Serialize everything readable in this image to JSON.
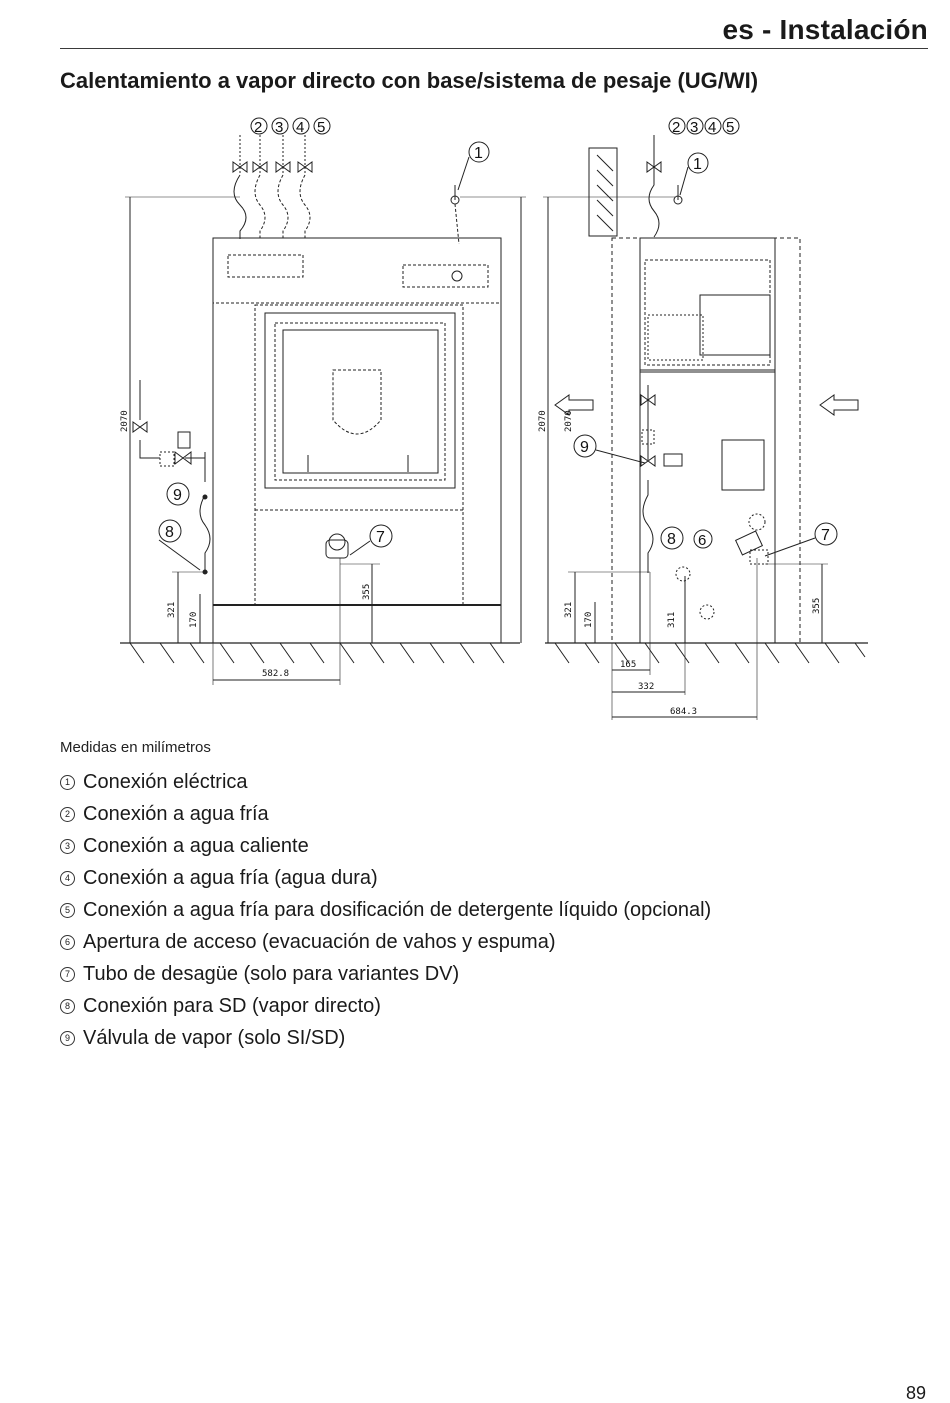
{
  "header": {
    "title": "es - Instalación"
  },
  "section": {
    "title": "Calentamiento a vapor directo con base/sistema de pesaje (UG/WI)"
  },
  "figure": {
    "front_view": {
      "callouts": [
        "2",
        "3",
        "4",
        "5",
        "1",
        "9",
        "8",
        "7"
      ],
      "dimensions": {
        "height_left": "2070",
        "height_right": "2070",
        "d321": "321",
        "d170": "170",
        "d355": "355",
        "d582": "582.8"
      }
    },
    "side_view": {
      "callouts": [
        "2",
        "3",
        "4",
        "5",
        "1",
        "9",
        "8",
        "6",
        "7"
      ],
      "dimensions": {
        "height": "2070",
        "d321": "321",
        "d170": "170",
        "d311": "311",
        "d355": "355",
        "d165": "165",
        "d332": "332",
        "d684": "684.3"
      }
    }
  },
  "caption": "Medidas en milímetros",
  "legend": [
    {
      "num": "1",
      "text": "Conexión eléctrica"
    },
    {
      "num": "2",
      "text": "Conexión a agua fría"
    },
    {
      "num": "3",
      "text": "Conexión a agua caliente"
    },
    {
      "num": "4",
      "text": "Conexión a agua fría (agua dura)"
    },
    {
      "num": "5",
      "text": "Conexión a agua fría para dosificación de detergente líquido (opcional)"
    },
    {
      "num": "6",
      "text": "Apertura de acceso (evacuación de vahos y espuma)"
    },
    {
      "num": "7",
      "text": "Tubo de desagüe (solo para variantes DV)"
    },
    {
      "num": "8",
      "text": "Conexión para SD (vapor directo)"
    },
    {
      "num": "9",
      "text": "Válvula de vapor (solo SI/SD)"
    }
  ],
  "page_number": "89"
}
